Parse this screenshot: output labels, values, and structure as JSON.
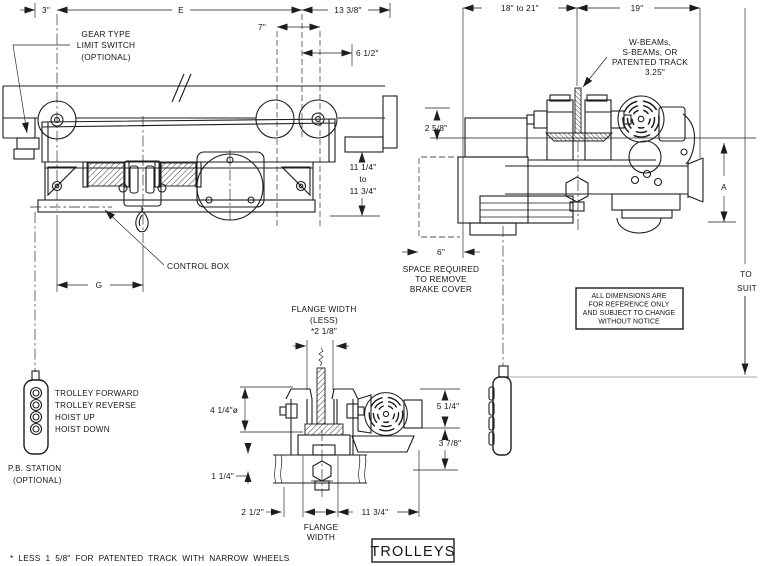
{
  "drawing_title": "TROLLEYS",
  "footnote": "* LESS 1 5/8\" FOR PATENTED TRACK WITH NARROW WHEELS",
  "notes_box": [
    "ALL DIMENSIONS ARE",
    "FOR REFERENCE ONLY",
    "AND SUBJECT TO CHANGE",
    "WITHOUT NOTICE"
  ],
  "side_view": {
    "dim_3": "3\"",
    "dim_e": "E",
    "dim_13_38": "13 3/8\"",
    "dim_7": "7\"",
    "dim_6_12": "6 1/2\"",
    "gear_label": [
      "GEAR TYPE",
      "LIMIT SWITCH",
      "(OPTIONAL)"
    ],
    "dim_11_range": [
      "11 1/4\"",
      "to",
      "11 3/4\""
    ],
    "control_box_label": "CONTROL BOX",
    "dim_g": "G"
  },
  "end_view": {
    "dim_18_21": "18\" to 21\"",
    "dim_19": "19\"",
    "beam_label": [
      "W-BEAMs,",
      "S-BEAMs, OR",
      "PATENTED TRACK",
      "3.25\""
    ],
    "dim_2_58": "2 5/8\"",
    "dim_a": "A",
    "dim_6": "6\"",
    "space_label": [
      "SPACE REQUIRED",
      "TO REMOVE",
      "BRAKE COVER"
    ],
    "to_suit": [
      "TO",
      "SUIT"
    ]
  },
  "front_view": {
    "flange_less_label": [
      "FLANGE WIDTH",
      "(LESS)",
      "*2 1/8\""
    ],
    "dim_4_14": "4 1/4\"ø",
    "dim_5_14": "5 1/4\"",
    "dim_3_78": "3 7/8\"",
    "dim_1_14": "1 1/4\"",
    "dim_2_12": "2 1/2\"",
    "dim_11_34": "11 3/4\"",
    "flange_width_label": [
      "FLANGE",
      "WIDTH"
    ]
  },
  "pendant": {
    "buttons": [
      "TROLLEY FORWARD",
      "TROLLEY REVERSE",
      "HOIST UP",
      "HOIST DOWN"
    ],
    "station_label": [
      "P.B. STATION",
      "(OPTIONAL)"
    ]
  },
  "colors": {
    "line": "#1d1d1d",
    "background": "#ffffff"
  }
}
